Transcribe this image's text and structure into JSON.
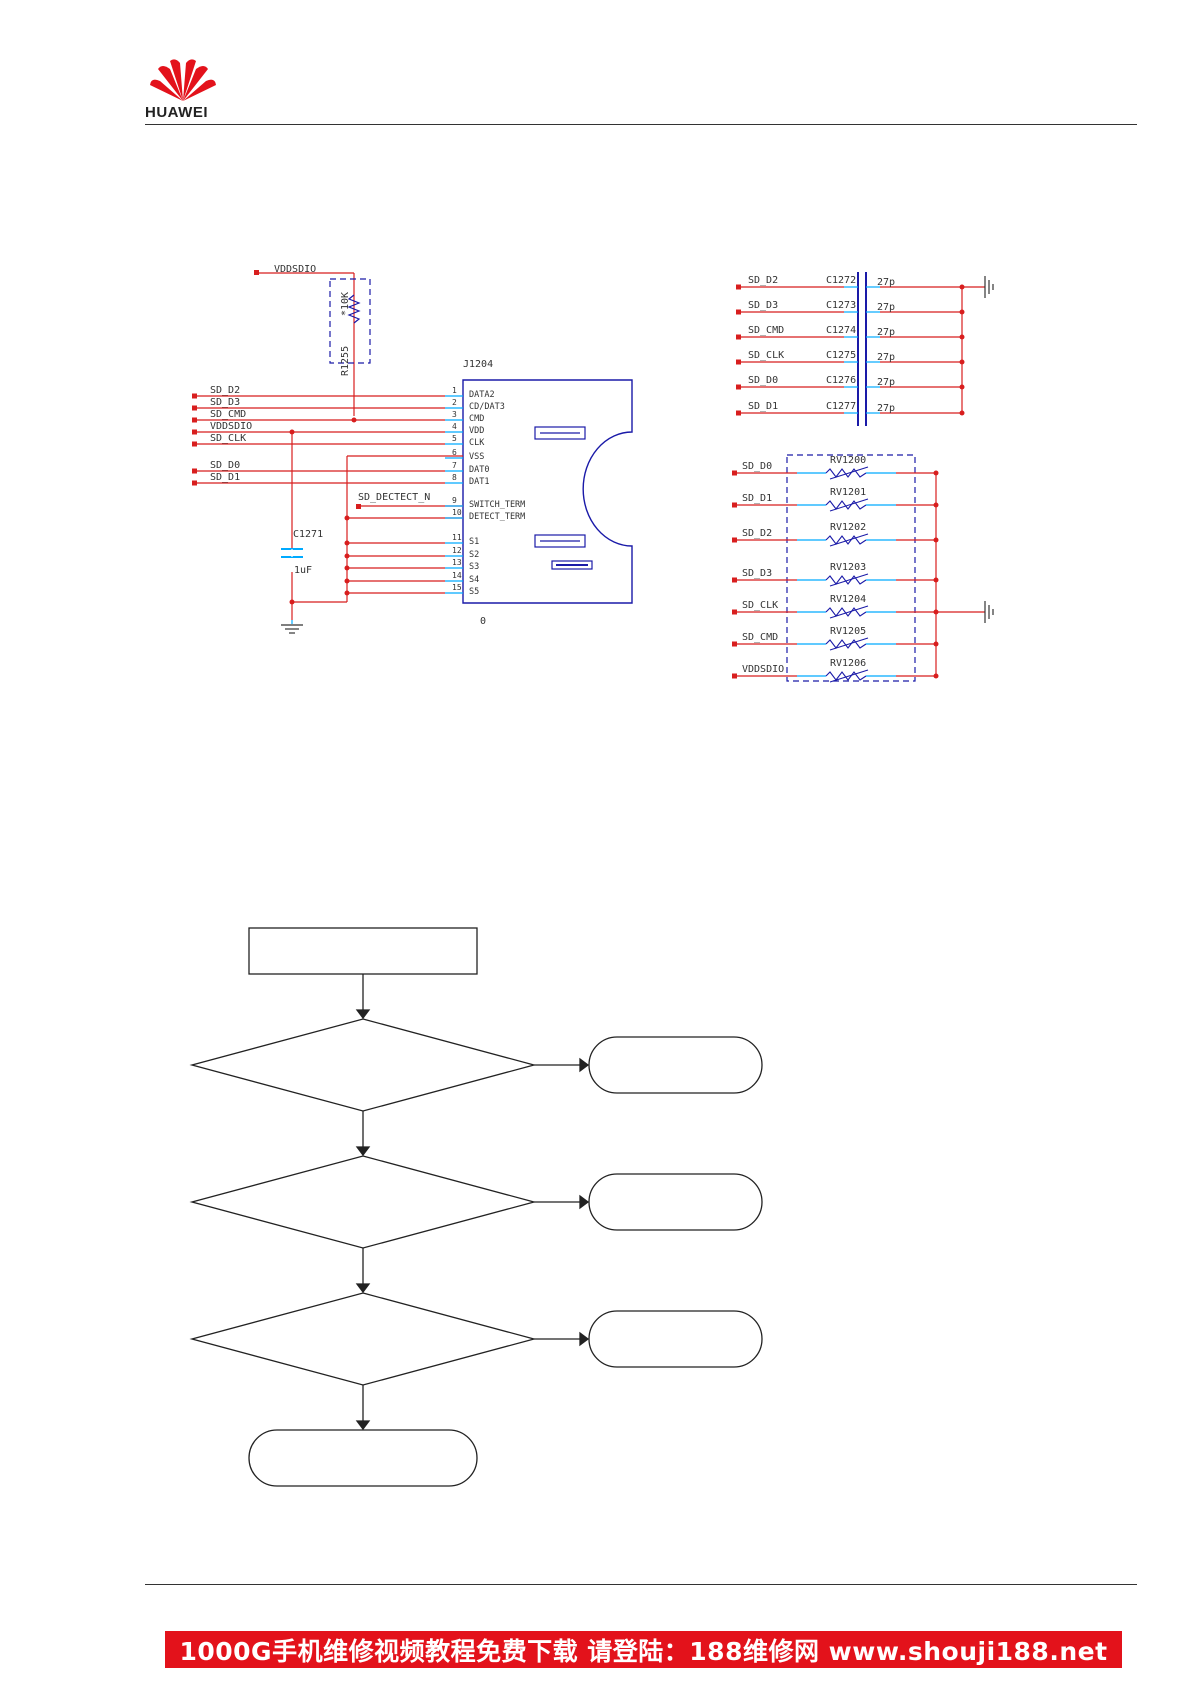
{
  "header": {
    "brand": "HUAWEI"
  },
  "schematic_left": {
    "net_vdd_top": "VDDSDIO",
    "pullup_resistor": "R1255",
    "pullup_value": "*10K",
    "connector_ref": "J1204",
    "connector_footer": "0",
    "cap_ref": "C1271",
    "cap_value": "1uF",
    "detect_net": "SD_DECTECT_N",
    "left_nets": [
      "SD_D2",
      "SD_D3",
      "SD_CMD",
      "VDDSDIO",
      "SD_CLK",
      "SD_D0",
      "SD_D1"
    ],
    "pins": [
      {
        "num": "1",
        "name": "DATA2"
      },
      {
        "num": "2",
        "name": "CD/DAT3"
      },
      {
        "num": "3",
        "name": "CMD"
      },
      {
        "num": "4",
        "name": "VDD"
      },
      {
        "num": "5",
        "name": "CLK"
      },
      {
        "num": "6",
        "name": "VSS"
      },
      {
        "num": "7",
        "name": "DAT0"
      },
      {
        "num": "8",
        "name": "DAT1"
      },
      {
        "num": "9",
        "name": "SWITCH_TERM"
      },
      {
        "num": "10",
        "name": "DETECT_TERM"
      },
      {
        "num": "11",
        "name": "S1"
      },
      {
        "num": "12",
        "name": "S2"
      },
      {
        "num": "13",
        "name": "S3"
      },
      {
        "num": "14",
        "name": "S4"
      },
      {
        "num": "15",
        "name": "S5"
      }
    ]
  },
  "schematic_caps": [
    {
      "net": "SD_D2",
      "ref": "C1272",
      "value": "27p"
    },
    {
      "net": "SD_D3",
      "ref": "C1273",
      "value": "27p"
    },
    {
      "net": "SD_CMD",
      "ref": "C1274",
      "value": "27p"
    },
    {
      "net": "SD_CLK",
      "ref": "C1275",
      "value": "27p"
    },
    {
      "net": "SD_D0",
      "ref": "C1276",
      "value": "27p"
    },
    {
      "net": "SD_D1",
      "ref": "C1277",
      "value": "27p"
    }
  ],
  "schematic_varistors": [
    {
      "net": "SD_D0",
      "ref": "RV1200"
    },
    {
      "net": "SD_D1",
      "ref": "RV1201"
    },
    {
      "net": "SD_D2",
      "ref": "RV1202"
    },
    {
      "net": "SD_D3",
      "ref": "RV1203"
    },
    {
      "net": "SD_CLK",
      "ref": "RV1204"
    },
    {
      "net": "SD_CMD",
      "ref": "RV1205"
    },
    {
      "net": "VDDSDIO",
      "ref": "RV1206"
    }
  ],
  "footer": {
    "banner": "1000G手机维修视频教程免费下载 请登陆：188维修网 www.shouji188.net"
  },
  "colors": {
    "wire": "#d81e1e",
    "pin": "#00aaff",
    "component": "#1a1aa8",
    "banner": "#e3121b"
  }
}
